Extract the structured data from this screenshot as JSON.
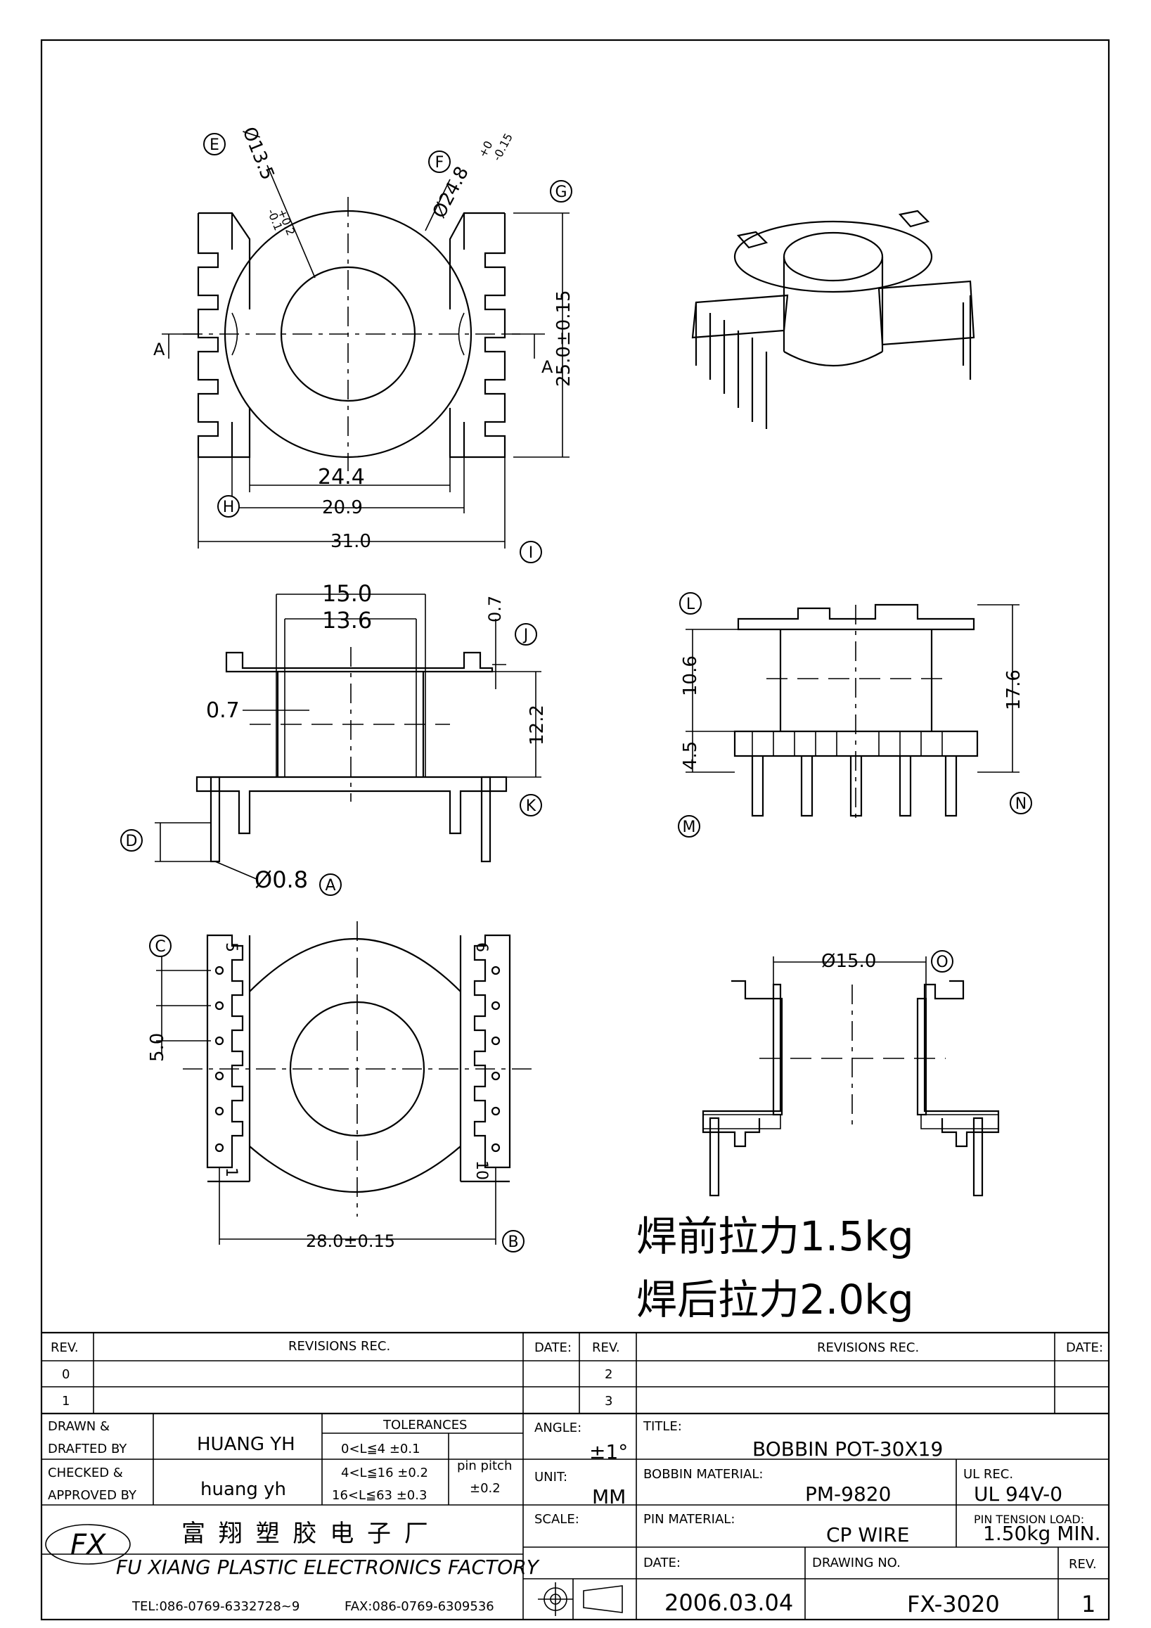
{
  "callouts": {
    "A": "A",
    "B": "B",
    "C": "C",
    "D": "D",
    "E": "E",
    "F": "F",
    "G": "G",
    "H": "H",
    "I": "I",
    "J": "J",
    "K": "K",
    "L": "L",
    "M": "M",
    "N": "N",
    "O": "O"
  },
  "dims": {
    "e_dia": "Ø13.5",
    "e_tol_up": "+0.2",
    "e_tol_dn": "-0.1",
    "f_dia": "Ø24.8",
    "f_tol_up": "+0",
    "f_tol_dn": "-0.15",
    "d25": "25.0±0.15",
    "d24": "24.4",
    "d209": "20.9",
    "d31": "31.0",
    "section_a": "A",
    "d150": "15.0",
    "d136": "13.6",
    "d07a": "0.7",
    "d07b": "0.7",
    "d122": "12.2",
    "d08": "Ø0.8",
    "d106": "10.6",
    "d45": "4.5",
    "d176": "17.6",
    "d50": "5.0",
    "d280": "28.0±0.15",
    "pin5": "5",
    "pin6": "6",
    "pin1": "1",
    "pin10": "10",
    "d15o": "Ø15.0"
  },
  "notes": {
    "line1": "焊前拉力1.5kg",
    "line2": "焊后拉力2.0kg"
  },
  "title_block": {
    "rev_hdr": "REV.",
    "rev_rec_hdr": "REVISIONS    REC.",
    "date_hdr": "DATE:",
    "rev_hdr2": "REV.",
    "rev_rec_hdr2": "REVISIONS    REC.",
    "date_hdr2": "DATE:",
    "rev0": "0",
    "rev1": "1",
    "rev2": "2",
    "rev3": "3",
    "drawn_lbl1": "DRAWN  &",
    "drawn_lbl2": "DRAFTED  BY",
    "drawn_name": "HUANG YH",
    "checked_lbl1": "CHECKED  &",
    "checked_lbl2": "APPROVED  BY",
    "checked_name": "huang yh",
    "tol_hdr": "TOLERANCES",
    "tol1": "0<L≦4    ±0.1",
    "tol2": "4<L≦16  ±0.2",
    "tol3": "16<L≦63  ±0.3",
    "pitch_lbl": "pin  pitch",
    "pitch_val": "±0.2",
    "angle_lbl": "ANGLE:",
    "angle_val": "±1°",
    "unit_lbl": "UNIT:",
    "unit_val": "MM",
    "scale_lbl": "SCALE:",
    "title_lbl": "TITLE:",
    "title_val": "BOBBIN  POT-30X19",
    "bmat_lbl": "BOBBIN  MATERIAL:",
    "bmat_val": "PM-9820",
    "ul_lbl": "UL  REC.",
    "ul_val": "UL  94V-0",
    "pmat_lbl": "PIN  MATERIAL:",
    "pmat_val": "CP  WIRE",
    "ptl_lbl": "PIN  TENSION  LOAD:",
    "ptl_val": "1.50kg  MIN.",
    "date_lbl": "DATE:",
    "date_val": "2006.03.04",
    "dwg_lbl": "DRAWING  NO.",
    "dwg_val": "FX-3020",
    "rev_lbl": "REV.",
    "rev_val": "1",
    "company_cn": "富 翔 塑 胶 电 子 厂",
    "company_en": "FU XIANG PLASTIC ELECTRONICS FACTORY",
    "tel": "TEL:086-0769-6332728~9",
    "fax": "FAX:086-0769-6309536",
    "logo": "FX"
  }
}
